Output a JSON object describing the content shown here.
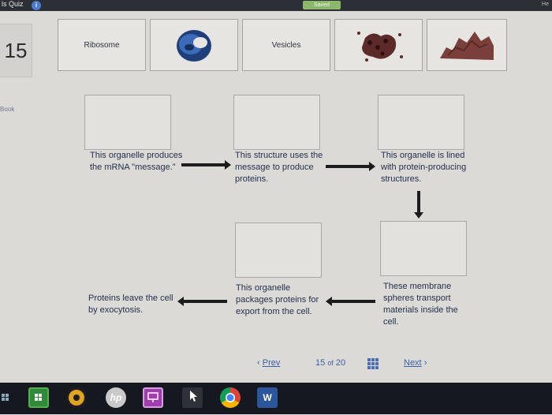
{
  "topbar": {
    "quiz_title": "ls Quiz",
    "info_label": "i",
    "saved_label": "Saved",
    "help_label": "He"
  },
  "question_number": "15",
  "book_label": "Book",
  "tiles": [
    {
      "label": "Ribosome"
    },
    {
      "label": ""
    },
    {
      "label": "Vesicles"
    },
    {
      "label": ""
    },
    {
      "label": ""
    }
  ],
  "steps": [
    {
      "text": "This organelle produces the mRNA \"message.\""
    },
    {
      "text": "This structure uses the message to produce proteins."
    },
    {
      "text": "This organelle is lined with protein-producing structures."
    },
    {
      "text": "These membrane spheres transport materials inside the cell."
    },
    {
      "text": "This organelle packages proteins for export from the cell."
    },
    {
      "text": "Proteins leave the cell by exocytosis."
    }
  ],
  "navigation": {
    "prev_label": "Prev",
    "next_label": "Next",
    "current_page": "15",
    "of_label": "of",
    "total_pages": "20"
  },
  "taskbar": {
    "icons": [
      {
        "name": "windows-start-icon"
      },
      {
        "name": "store-icon"
      },
      {
        "name": "media-player-icon"
      },
      {
        "name": "hp-icon"
      },
      {
        "name": "presentation-app-icon"
      },
      {
        "name": "pointer-app-icon"
      },
      {
        "name": "chrome-icon"
      },
      {
        "name": "word-icon"
      }
    ],
    "word_glyph": "W",
    "hp_glyph": "hp"
  }
}
